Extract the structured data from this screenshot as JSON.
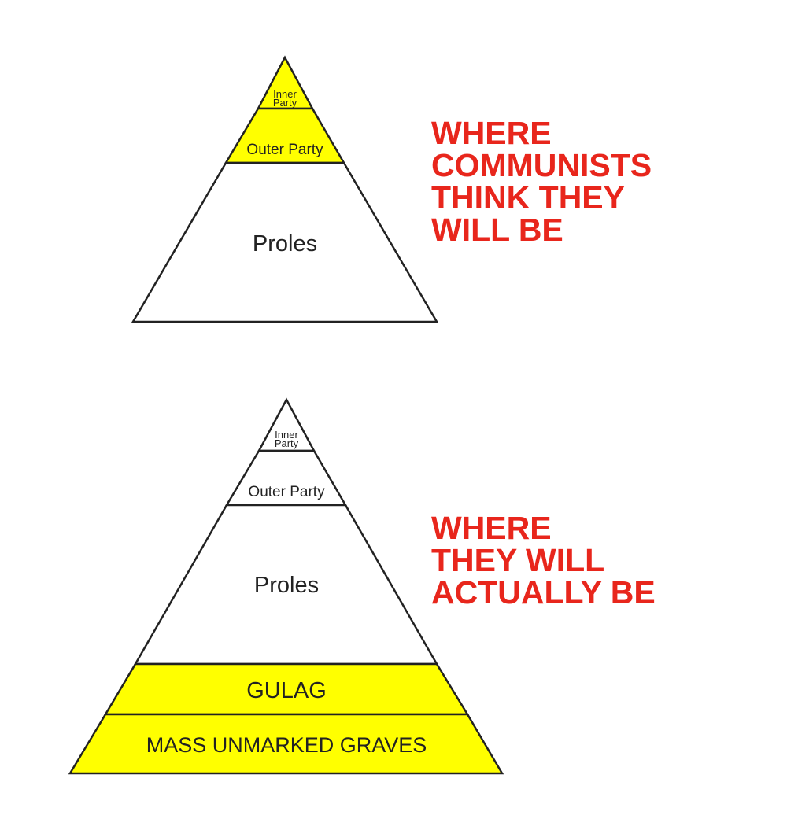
{
  "colors": {
    "highlight": "#ffff00",
    "plain": "#ffffff",
    "outline": "#222222",
    "caption": "#e8261c"
  },
  "top_pyramid": {
    "tiers": {
      "inner_party": {
        "line1": "Inner",
        "line2": "Party",
        "highlighted": true
      },
      "outer_party": {
        "label": "Outer Party",
        "highlighted": true
      },
      "proles": {
        "label": "Proles",
        "highlighted": false
      }
    },
    "caption_lines": [
      "WHERE",
      "COMMUNISTS",
      "THINK THEY",
      "WILL BE"
    ]
  },
  "bottom_pyramid": {
    "tiers": {
      "inner_party": {
        "line1": "Inner",
        "line2": "Party",
        "highlighted": false
      },
      "outer_party": {
        "label": "Outer Party",
        "highlighted": false
      },
      "proles": {
        "label": "Proles",
        "highlighted": false
      },
      "gulag": {
        "label": "GULAG",
        "highlighted": true
      },
      "graves": {
        "label": "MASS UNMARKED GRAVES",
        "highlighted": true
      }
    },
    "caption_lines": [
      "WHERE",
      "THEY WILL",
      "ACTUALLY BE"
    ]
  }
}
